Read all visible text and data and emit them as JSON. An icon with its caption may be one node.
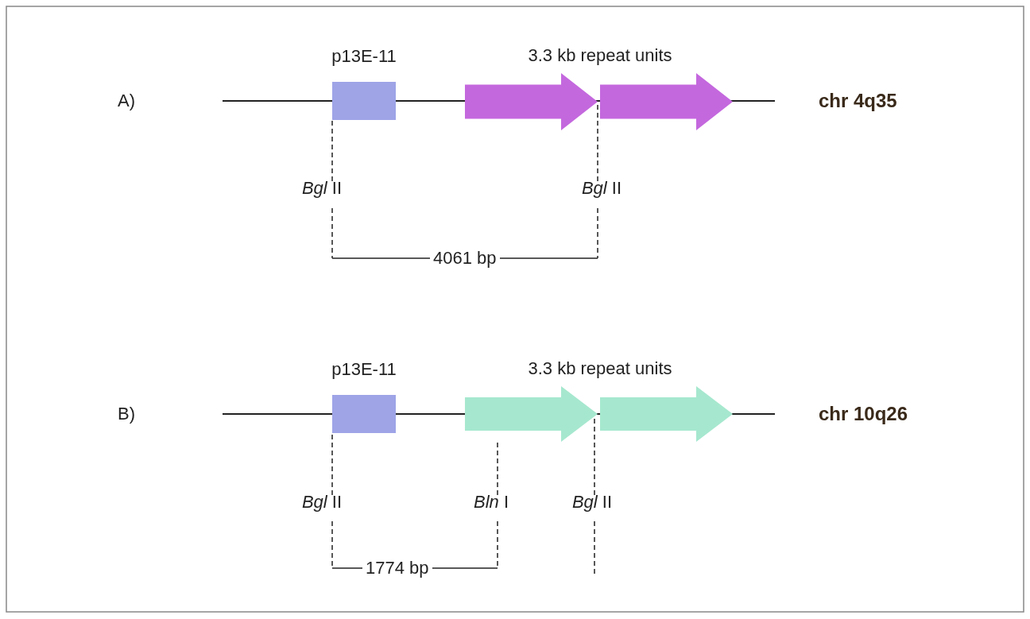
{
  "diagram": {
    "nodes": [
      {
        "text": [
          "p13E-11"
        ]
      },
      {
        "text": [],
        "shape": "arrow"
      },
      {
        "text": [],
        "shape": "arrow"
      },
      {
        "text": [
          "*Bgl* II"
        ]
      },
      {
        "text": [
          "*Bgl* II"
        ]
      },
      {
        "text": [
          "p13E-11"
        ]
      },
      {
        "text": [],
        "shape": "arrow"
      },
      {
        "text": [],
        "shape": "arrow"
      },
      {
        "text": [
          "*Bgl* II"
        ]
      },
      {
        "text": [
          "*Bln* I"
        ]
      },
      {
        "text": [
          "*Bgl* II"
        ]
      }
    ],
    "edges": [
      {
        "from": 3,
        "to": 0,
        "arrow": "none",
        "style": "dashed"
      },
      {
        "from": 4,
        "to": 1,
        "arrow": "none",
        "style": "dashed"
      },
      {
        "from": 8,
        "to": 5,
        "arrow": "none",
        "style": "dashed"
      },
      {
        "from": 9,
        "to": 6,
        "arrow": "none",
        "style": "dashed"
      },
      {
        "from": 10,
        "to": 6,
        "arrow": "none",
        "style": "dashed"
      }
    ],
    "labels": [
      "A)",
      "3.3 kb repeat units",
      "chr 4q35",
      "4061 bp",
      "B)",
      "3.3 kb repeat units",
      "chr 10q26",
      "1774 bp"
    ]
  }
}
